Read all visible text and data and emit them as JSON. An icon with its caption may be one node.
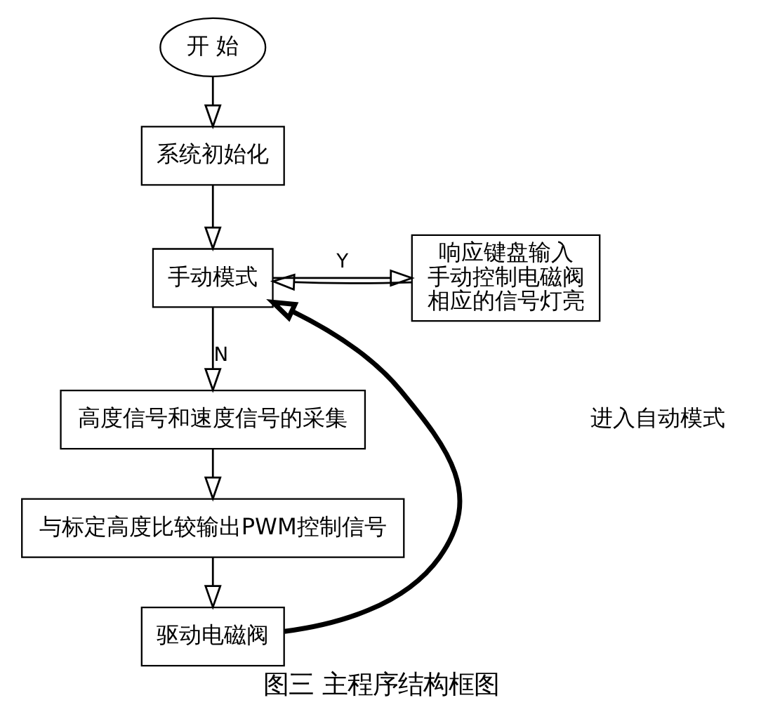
{
  "diagram": {
    "caption": "图三 主程序结构框图",
    "nodes": [
      {
        "text": [
          "开 始"
        ]
      },
      {
        "text": [
          "系统初始化"
        ]
      },
      {
        "text": [
          "手动模式"
        ]
      },
      {
        "text": [
          "响应键盘输入",
          "手动控制电磁阀",
          "相应的信号灯亮"
        ]
      },
      {
        "text": [
          "高度信号和速度信号的采集"
        ]
      },
      {
        "text": [
          "与标定高度比较输出PWM控制信号"
        ]
      },
      {
        "text": [
          "驱动电磁阀"
        ]
      }
    ],
    "edges": [
      {
        "from": 0,
        "to": 1,
        "arrow": "to"
      },
      {
        "from": 1,
        "to": 2,
        "arrow": "to"
      },
      {
        "from": 2,
        "to": 3,
        "arrow": "to",
        "label": "Y"
      },
      {
        "from": 2,
        "to": 4,
        "arrow": "to",
        "label": "N"
      },
      {
        "from": 4,
        "to": 5,
        "arrow": "to"
      },
      {
        "from": 5,
        "to": 6,
        "arrow": "to"
      },
      {
        "from": 3,
        "to": 2,
        "arrow": "to"
      },
      {
        "from": 6,
        "to": 2,
        "arrow": "to",
        "style": "thick"
      }
    ],
    "labels": [
      "进入自动模式"
    ]
  }
}
